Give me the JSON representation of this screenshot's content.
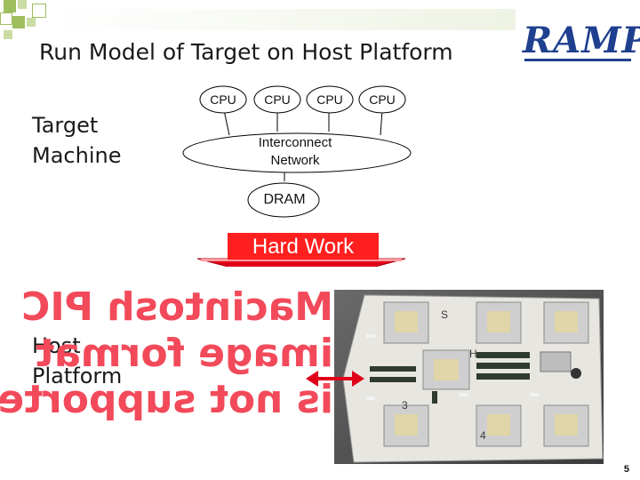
{
  "header": {
    "title": "Run Model of Target on Host Platform",
    "logo_text": "RAMP"
  },
  "target": {
    "label_line1": "Target",
    "label_line2": "Machine",
    "cpus": [
      "CPU",
      "CPU",
      "CPU",
      "CPU"
    ],
    "interconnect_line1": "Interconnect",
    "interconnect_line2": "Network",
    "dram": "DRAM"
  },
  "transition": {
    "label": "Hard Work"
  },
  "host": {
    "label_line1": "Host",
    "label_line2": "Platform",
    "placeholder_lines": [
      "Macintosh PIC",
      "image format",
      "is not supported"
    ],
    "board_markings": [
      "S",
      "H",
      "3",
      "4"
    ]
  },
  "footer": {
    "page_number": "5"
  },
  "colors": {
    "hard_work_red": "#ff1f1f",
    "arrow_red": "#e0001a",
    "placeholder_pink": "#f24a5a",
    "logo_blue": "#1f3f8f",
    "deco_green": "#9fbf5f"
  },
  "icons": {
    "down_arrow": "down-arrow-icon",
    "double_arrow": "double-arrow-icon"
  }
}
